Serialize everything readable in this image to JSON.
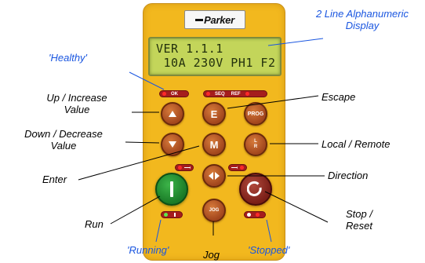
{
  "brand": {
    "logo_text": "Parker"
  },
  "display": {
    "line1": "VER 1.1.1",
    "line2": " 10A 230V PH1 F2"
  },
  "indicators": {
    "ok": "OK",
    "seq": "SEQ",
    "ref": "REF"
  },
  "keys": {
    "escape": "E",
    "prog": "PROG",
    "enter": "M",
    "local_remote_top": "L",
    "local_remote_bottom": "R",
    "jog": "JOG"
  },
  "labels": {
    "display_line1": "2 Line Alphanumeric",
    "display_line2": "Display",
    "healthy": "'Healthy'",
    "up_line1": "Up / Increase",
    "up_line2": "Value",
    "escape": "Escape",
    "down_line1": "Down / Decrease",
    "down_line2": "Value",
    "local_remote": "Local / Remote",
    "enter": "Enter",
    "direction": "Direction",
    "run": "Run",
    "stop_line1": "Stop /",
    "stop_line2": "Reset",
    "running": "'Running'",
    "jog": "Jog",
    "stopped": "'Stopped'"
  },
  "colors": {
    "panel": "#f2b81e",
    "lcd": "#c3d55a",
    "key": "#a2461d",
    "run": "#1a7a27",
    "stop": "#7a1e17",
    "callout_blue": "#1a56e0"
  }
}
